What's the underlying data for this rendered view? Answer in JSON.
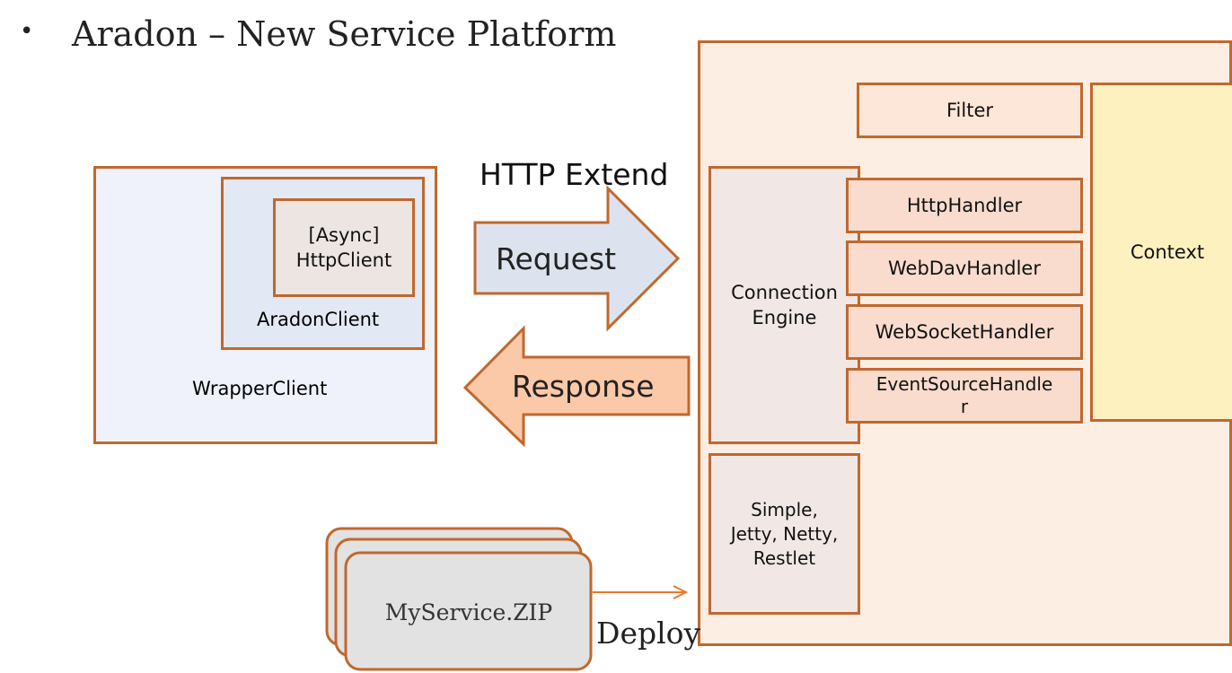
{
  "title": {
    "bullet": "•",
    "text": "Aradon – New Service Platform"
  },
  "client": {
    "wrapper_label": "WrapperClient",
    "aradon_label": "AradonClient",
    "http_client_line1": "[Async]",
    "http_client_line2": "HttpClient"
  },
  "protocol": {
    "label": "HTTP Extend",
    "request_label": "Request",
    "response_label": "Response"
  },
  "platform": {
    "connection_engine_line1": "Connection",
    "connection_engine_line2": "Engine",
    "servers_line1": "Simple,",
    "servers_line2": "Jetty, Netty,",
    "servers_line3": "Restlet",
    "filter": "Filter",
    "handlers": [
      "HttpHandler",
      "WebDavHandler",
      "WebSocketHandler"
    ],
    "event_handler_line1": "EventSourceHandle",
    "event_handler_line2": "r",
    "context": "Context"
  },
  "deploy": {
    "zip_label": "MyService.ZIP",
    "deploy_label": "Deploy"
  },
  "colors": {
    "border": "#c0682e",
    "request_arrow_fill": "#dde3ee",
    "response_arrow_fill": "#fcc9a8",
    "platform_bg": "#fdeee3",
    "context_fill": "#fef1c0"
  }
}
